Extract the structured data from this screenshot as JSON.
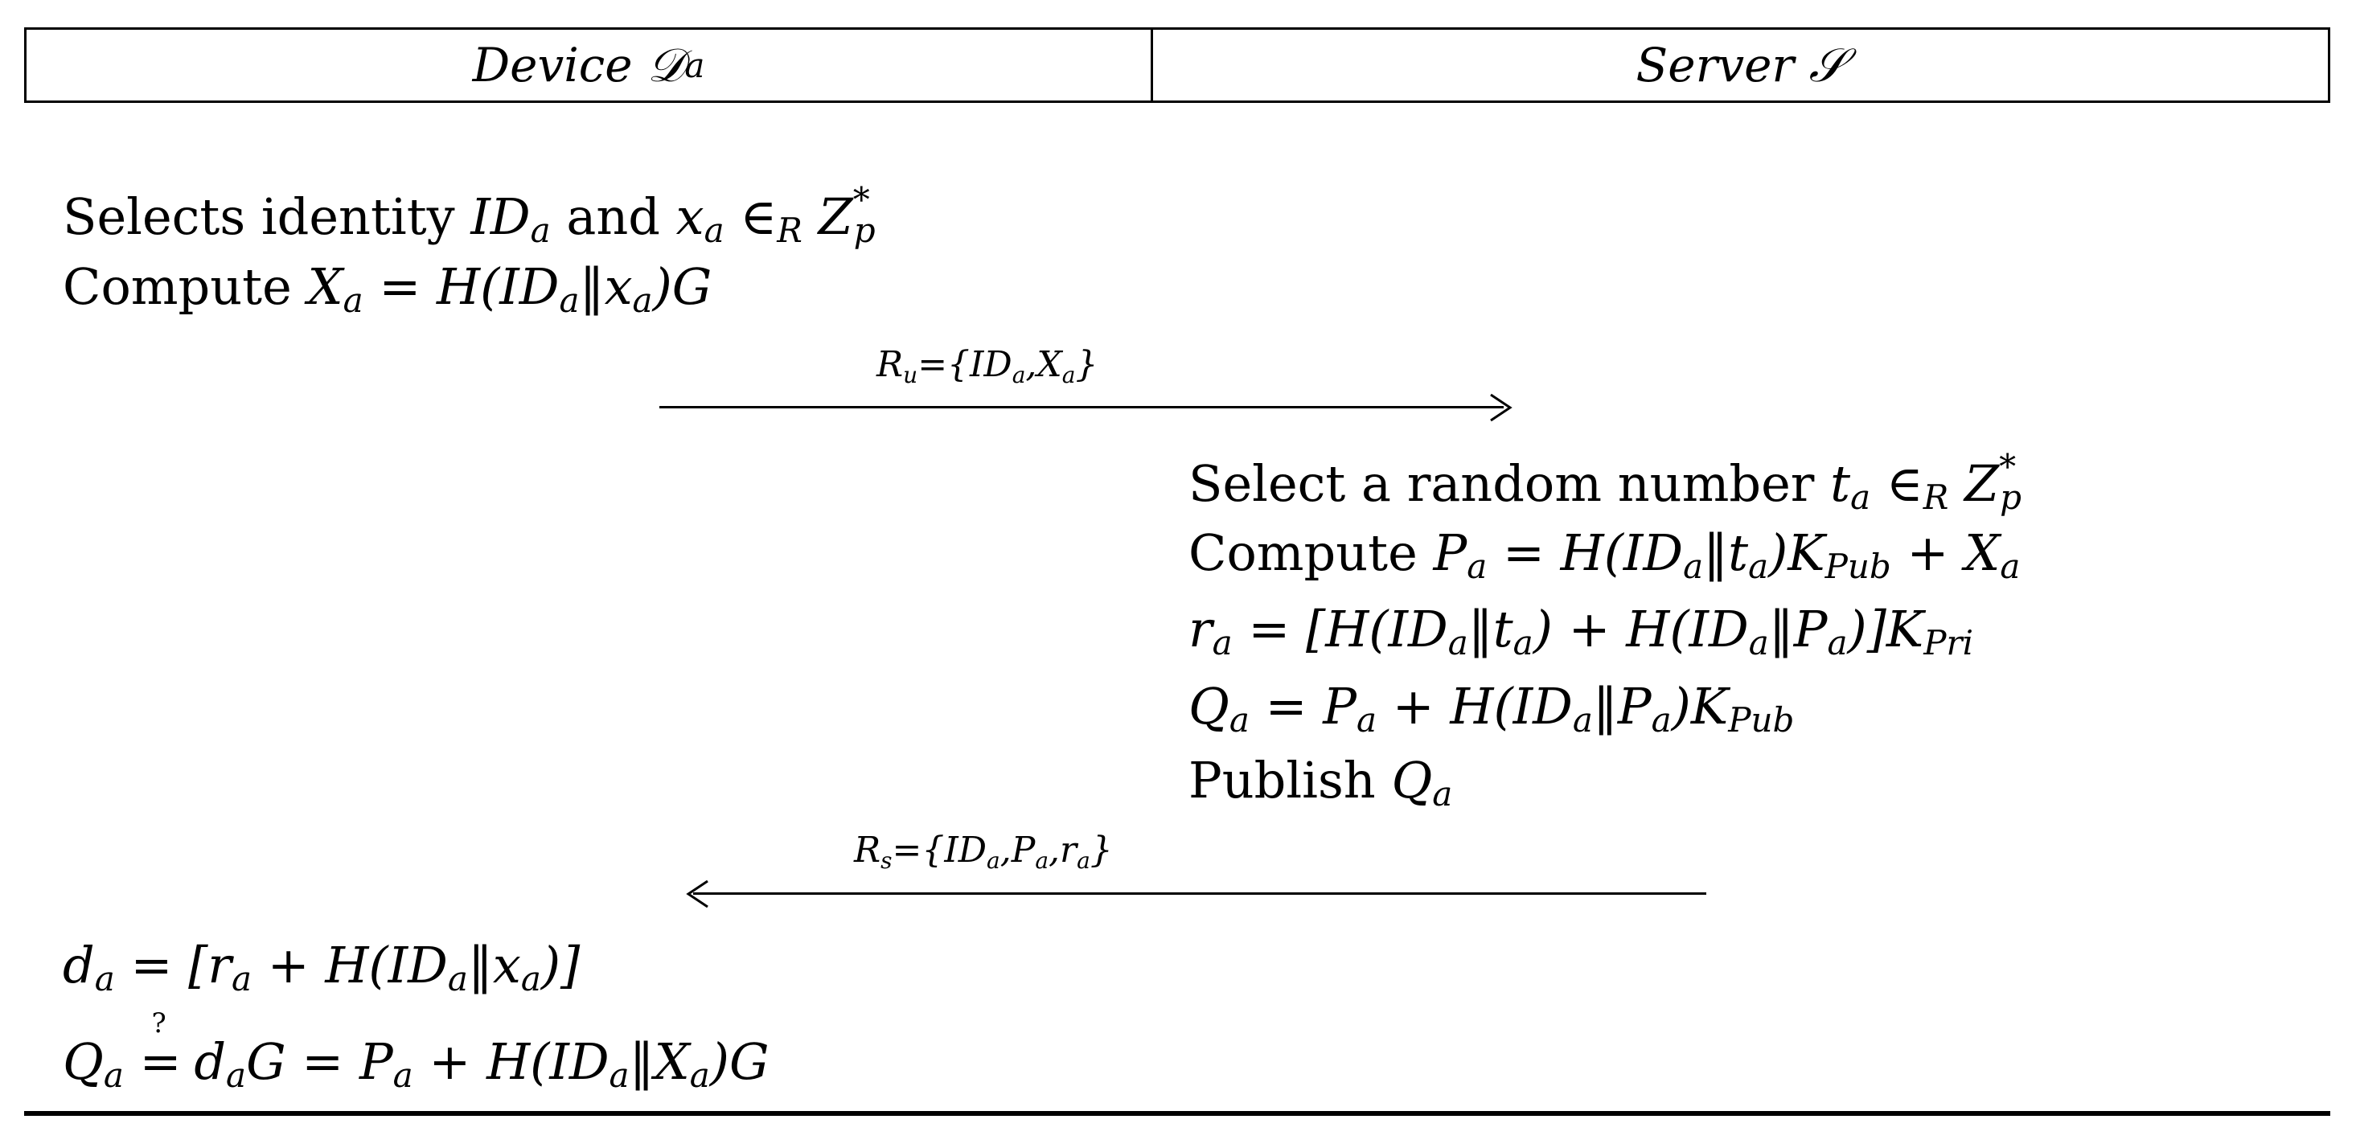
{
  "header": {
    "left_label": "Device 𝒟",
    "left_sub": "a",
    "right_label": "Server 𝒮"
  },
  "device_steps": {
    "line1_text": "Selects identity ",
    "line1_id": "ID",
    "line1_and": " and ",
    "line1_x": "x",
    "line1_in": " ∈",
    "line1_R": "R",
    "line1_Z": " Z",
    "line1_star": "*",
    "line1_p": "p",
    "line2_text": "Compute ",
    "line2_expr_a": "X",
    "line2_expr_b": " = H(ID",
    "line2_expr_c": "‖x",
    "line2_expr_d": ")G"
  },
  "message1": {
    "label_a": "R",
    "label_sub": "u",
    "label_b": "={ID",
    "label_c": ",X",
    "label_d": "}",
    "direction": "right"
  },
  "server_steps": {
    "line1_text": "Select a random number ",
    "line1_t": "t",
    "line1_in": " ∈",
    "line1_R": "R",
    "line1_Z": " Z",
    "line1_star": "*",
    "line1_p": "p",
    "line2_text": "Compute ",
    "line2_P": "P",
    "line2_b": " = H(ID",
    "line2_c": "‖t",
    "line2_d": ")K",
    "line2_Pub": "Pub",
    "line2_e": " + X",
    "line3_r": "r",
    "line3_b": " = [H(ID",
    "line3_c": "‖t",
    "line3_d": ") + H(ID",
    "line3_e": "‖P",
    "line3_f": ")]K",
    "line3_Pri": "Pri",
    "line4_Q": "Q",
    "line4_b": " = P",
    "line4_c": " + H(ID",
    "line4_d": "‖P",
    "line4_e": ")K",
    "line4_Pub": "Pub",
    "line5_text": "Publish ",
    "line5_Q": "Q"
  },
  "message2": {
    "label_a": "R",
    "label_sub": "s",
    "label_b": "={ID",
    "label_c": ",P",
    "label_d": ",r",
    "label_e": "}",
    "direction": "left"
  },
  "device_final": {
    "line1_d": "d",
    "line1_b": " = [r",
    "line1_c": " + H(ID",
    "line1_e": "‖x",
    "line1_f": ")]",
    "line2_Q": "Q",
    "line2_q": "?",
    "line2_eq": "=",
    "line2_d": " d",
    "line2_b": "G = P",
    "line2_c": " + H(ID",
    "line2_e": "‖X",
    "line2_f": ")G"
  },
  "subscript": "a"
}
